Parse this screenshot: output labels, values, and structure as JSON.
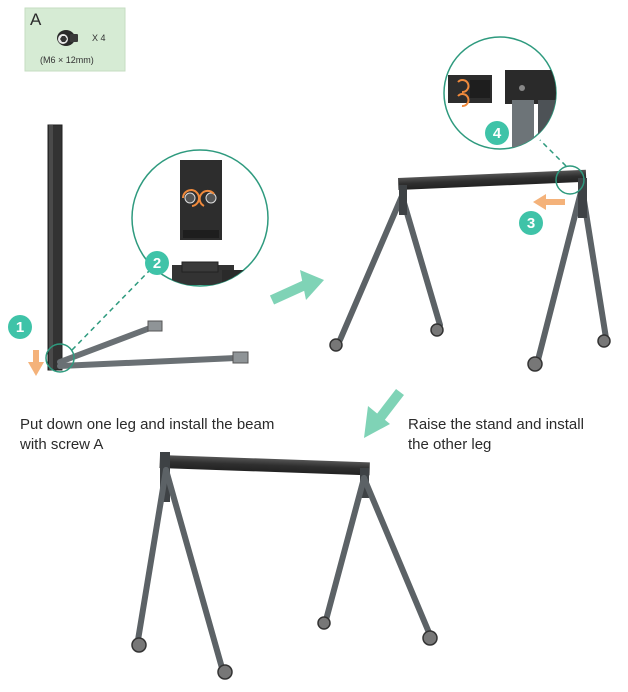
{
  "part": {
    "letter": "A",
    "quantity": "X 4",
    "spec": "(M6 × 12mm)"
  },
  "steps": [
    {
      "number": "1"
    },
    {
      "number": "2"
    },
    {
      "number": "3"
    },
    {
      "number": "4"
    }
  ],
  "captions": {
    "left_line1": "Put down one leg and install the beam",
    "left_line2": "with screw A",
    "right_line1": "Raise the stand and install",
    "right_line2": "the other leg"
  },
  "colors": {
    "part_box": "#d6ebd4",
    "badge": "#3fc3a8",
    "highlight_circle": "#2e9a7e",
    "orange_arrow": "#f4b27a",
    "flow_arrow": "#7fd3b6",
    "frame_dark": "#333333",
    "leg_gray": "#5c6266"
  },
  "icons": {
    "screw": "hex-socket-screw-icon",
    "rotate": "rotate-arrow-icon",
    "push": "push-arrow-icon",
    "flow": "flow-arrow-icon"
  }
}
